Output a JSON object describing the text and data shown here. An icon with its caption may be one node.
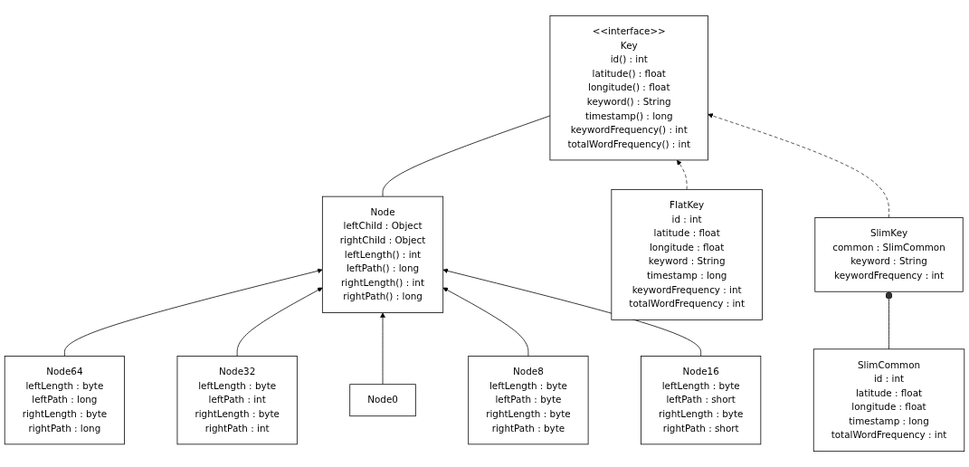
{
  "diagram": {
    "nodes": [
      {
        "text": [
          "Node",
          "leftChild : Object",
          "rightChild : Object",
          "leftLength() : int",
          "leftPath() : long",
          "rightLength() : int",
          "rightPath() : long"
        ]
      },
      {
        "text": [
          "Node64",
          "leftLength : byte",
          "leftPath : long",
          "rightLength : byte",
          "rightPath : long"
        ]
      },
      {
        "text": [
          "<<interface>>",
          "Key",
          "id() : int",
          "latitude() : float",
          "longitude() : float",
          "keyword() : String",
          "timestamp() : long",
          "keywordFrequency() : int",
          "totalWordFrequency() : int"
        ]
      },
      {
        "text": [
          "FlatKey",
          "id : int",
          "latitude : float",
          "longitude : float",
          "keyword : String",
          "timestamp : long",
          "keywordFrequency : int",
          "totalWordFrequency : int"
        ]
      },
      {
        "text": [
          "Node32",
          "leftLength : byte",
          "leftPath : int",
          "rightLength : byte",
          "rightPath : int"
        ]
      },
      {
        "text": [
          "Node0"
        ]
      },
      {
        "text": [
          "SlimKey",
          "common : SlimCommon",
          "keyword : String",
          "keywordFrequency : int"
        ]
      },
      {
        "text": [
          "SlimCommon",
          "id : int",
          "latitude : float",
          "longitude : float",
          "timestamp : long",
          "totalWordFrequency : int"
        ]
      },
      {
        "text": [
          "Node8",
          "leftLength : byte",
          "leftPath : byte",
          "rightLength : byte",
          "rightPath : byte"
        ]
      },
      {
        "text": [
          "Node16",
          "leftLength : byte",
          "leftPath : short",
          "rightLength : byte",
          "rightPath : short"
        ]
      }
    ],
    "edges": [
      {
        "from": 0,
        "to": 2,
        "arrow": "none"
      },
      {
        "from": 1,
        "to": 0,
        "arrow": "to"
      },
      {
        "from": 3,
        "to": 2,
        "arrow": "to",
        "style": "dashed"
      },
      {
        "from": 4,
        "to": 0,
        "arrow": "to"
      },
      {
        "from": 5,
        "to": 0,
        "arrow": "to"
      },
      {
        "from": 8,
        "to": 0,
        "arrow": "to"
      },
      {
        "from": 9,
        "to": 0,
        "arrow": "to"
      },
      {
        "from": 6,
        "to": 2,
        "arrow": "to",
        "style": "dashed"
      },
      {
        "from": 7,
        "to": 6,
        "arrow": "other"
      }
    ]
  }
}
